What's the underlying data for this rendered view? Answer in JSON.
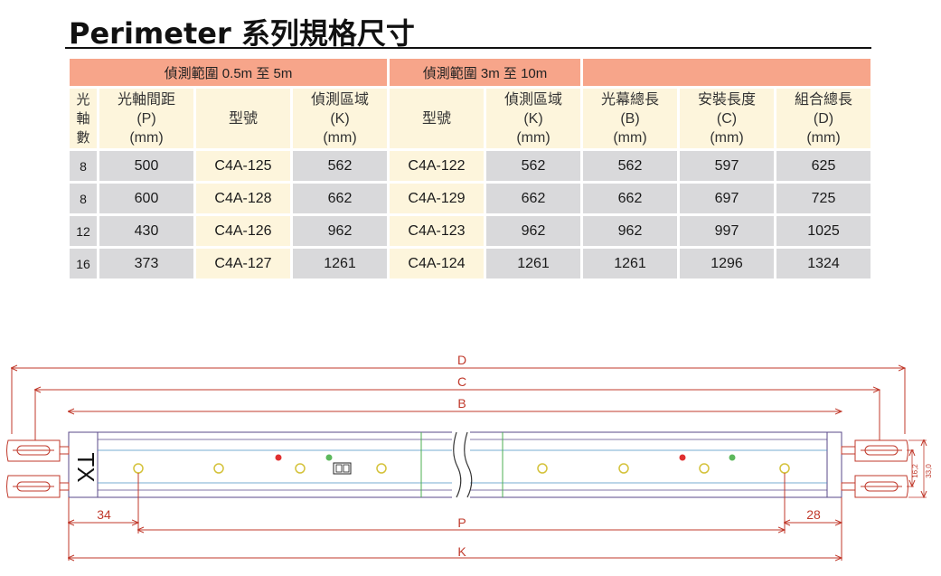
{
  "title": "Perimeter 系列規格尺寸",
  "table": {
    "groups": {
      "range_short": "偵測範圍 0.5m 至 5m",
      "range_long": "偵測範圍 3m 至 10m",
      "blank": ""
    },
    "headers": {
      "axes": [
        "光",
        "軸",
        "數"
      ],
      "pitch": [
        "光軸間距",
        "(P)",
        "(mm)"
      ],
      "model_a": "型號",
      "zone_a": [
        "偵測區域",
        "(K)",
        "(mm)"
      ],
      "model_b": "型號",
      "zone_b": [
        "偵測區域",
        "(K)",
        "(mm)"
      ],
      "curtain": [
        "光幕總長",
        "(B)",
        "(mm)"
      ],
      "install": [
        "安裝長度",
        "(C)",
        "(mm)"
      ],
      "total": [
        "組合總長",
        "(D)",
        "(mm)"
      ]
    },
    "rows": [
      {
        "axes": "8",
        "pitch": "500",
        "model_a": "C4A-125",
        "zone_a": "562",
        "model_b": "C4A-122",
        "zone_b": "562",
        "curtain": "562",
        "install": "597",
        "total": "625"
      },
      {
        "axes": "8",
        "pitch": "600",
        "model_a": "C4A-128",
        "zone_a": "662",
        "model_b": "C4A-129",
        "zone_b": "662",
        "curtain": "662",
        "install": "697",
        "total": "725"
      },
      {
        "axes": "12",
        "pitch": "430",
        "model_a": "C4A-126",
        "zone_a": "962",
        "model_b": "C4A-123",
        "zone_b": "962",
        "curtain": "962",
        "install": "997",
        "total": "1025"
      },
      {
        "axes": "16",
        "pitch": "373",
        "model_a": "C4A-127",
        "zone_a": "1261",
        "model_b": "C4A-124",
        "zone_b": "1261",
        "curtain": "1261",
        "install": "1296",
        "total": "1324"
      }
    ]
  },
  "drawing": {
    "device_label": "TX",
    "dim_D": "D",
    "dim_C": "C",
    "dim_B": "B",
    "dim_P": "P",
    "dim_K": "K",
    "offset_left": "34",
    "offset_right": "28",
    "height_inner": "16,2",
    "height_outer": "33,0",
    "colors": {
      "dimension": "#c0392b",
      "lens": "#e6d44a",
      "led_red": "#e03030",
      "led_green": "#5cb85c",
      "body": "#5a4a8a",
      "divider": "#4caf50"
    }
  }
}
